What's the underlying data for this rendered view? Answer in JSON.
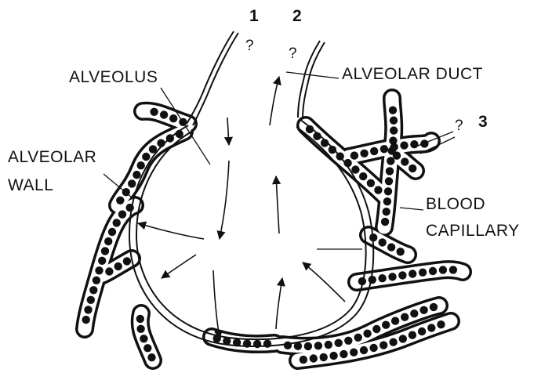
{
  "diagram": {
    "numbers": [
      "1",
      "2",
      "3"
    ],
    "question_mark": "?",
    "labels": {
      "alveolus": "ALVEOLUS",
      "alveolar_duct": "ALVEOLAR DUCT",
      "alveolar_wall_line1": "ALVEOLAR",
      "alveolar_wall_line2": "WALL",
      "blood_line1": "BLOOD",
      "blood_line2": "CAPILLARY"
    }
  }
}
